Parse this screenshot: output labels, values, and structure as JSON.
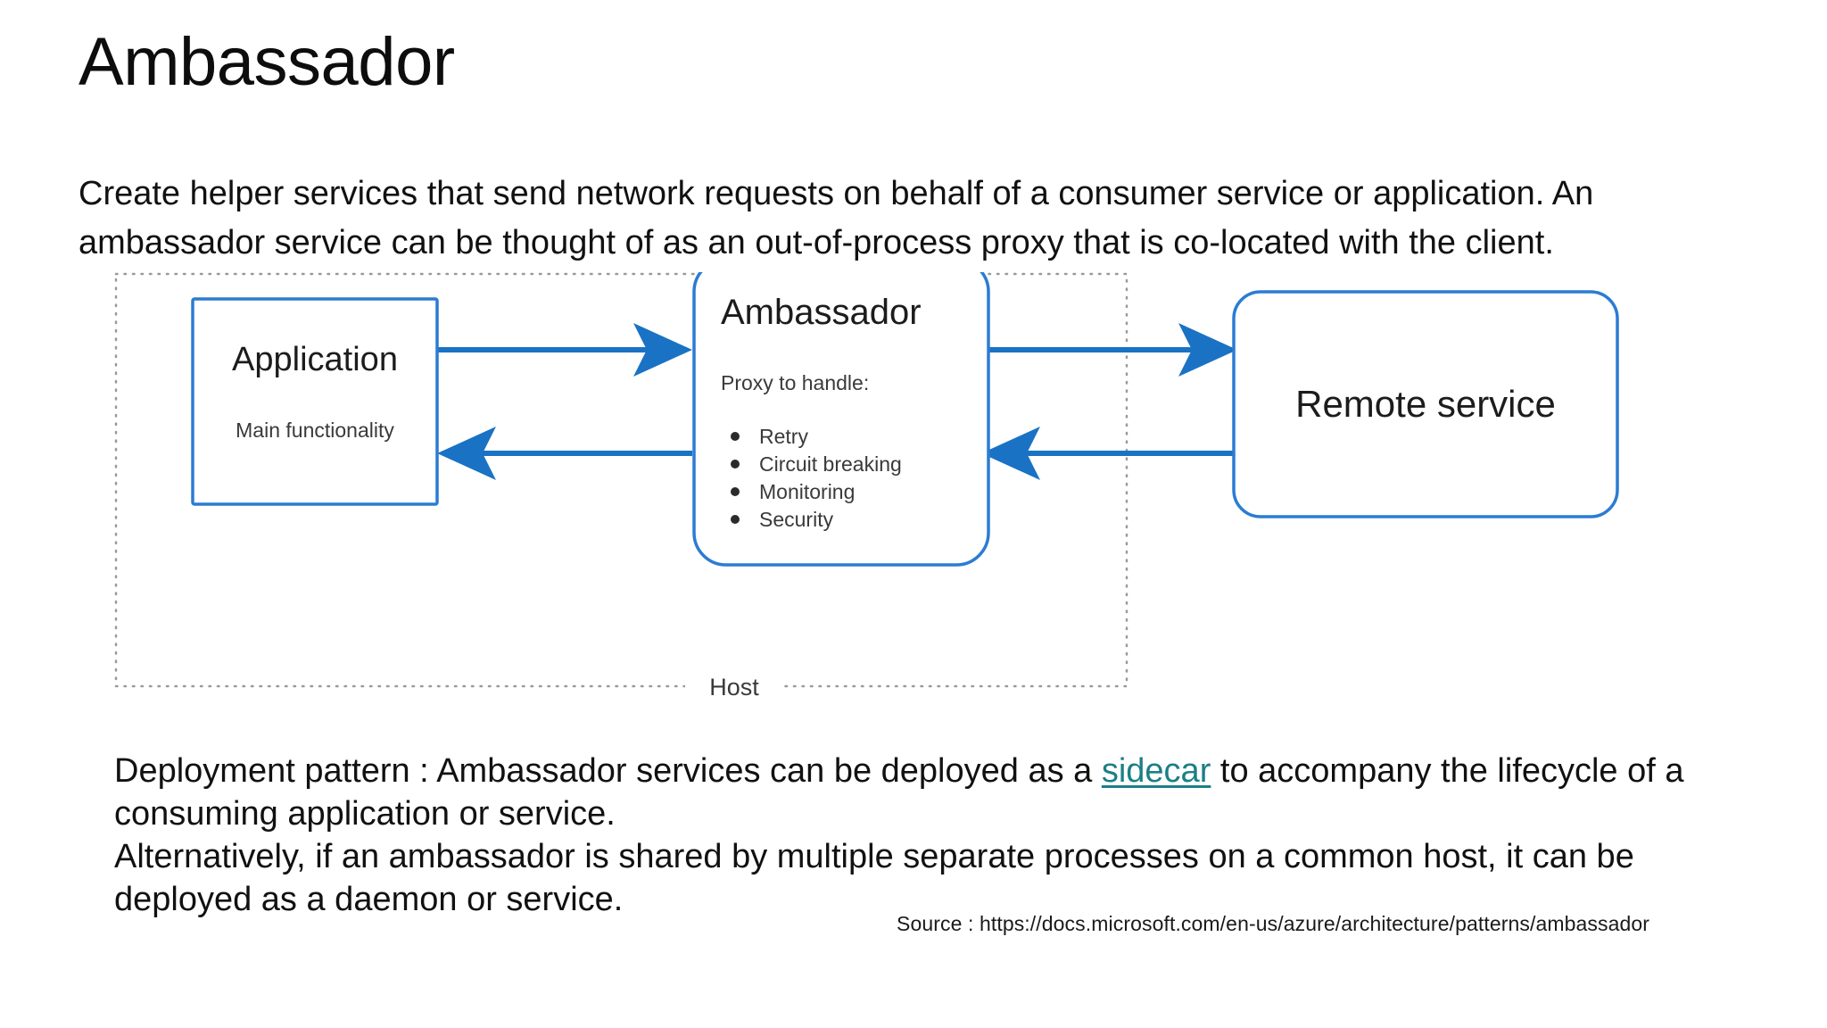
{
  "slide": {
    "title": "Ambassador",
    "intro": "Create helper services that send network requests on behalf of a consumer service or application. An ambassador service can be thought of as an out-of-process proxy that is co-located with the client.",
    "body": {
      "line1_before_link": "Deployment pattern : Ambassador services can be deployed as a ",
      "link_text": "sidecar",
      "line1_after_link": " to accompany the lifecycle of a consuming application or service.",
      "line2": "Alternatively, if an ambassador is shared by multiple separate processes on a common host, it can be deployed as a daemon or  service."
    },
    "source": "Source : https://docs.microsoft.com/en-us/azure/architecture/patterns/ambassador"
  },
  "diagram": {
    "host_label": "Host",
    "application": {
      "title": "Application",
      "subtitle": "Main functionality"
    },
    "ambassador": {
      "title": "Ambassador",
      "subtitle": "Proxy to handle:",
      "bullets": [
        "Retry",
        "Circuit breaking",
        "Monitoring",
        "Security"
      ]
    },
    "remote": {
      "title": "Remote service"
    },
    "colors": {
      "box_border": "#2b7cd3",
      "arrow": "#1a72c4",
      "host_border": "#9a9a9a",
      "text": "#3a3a3a",
      "title_text": "#1c1c1c"
    }
  }
}
